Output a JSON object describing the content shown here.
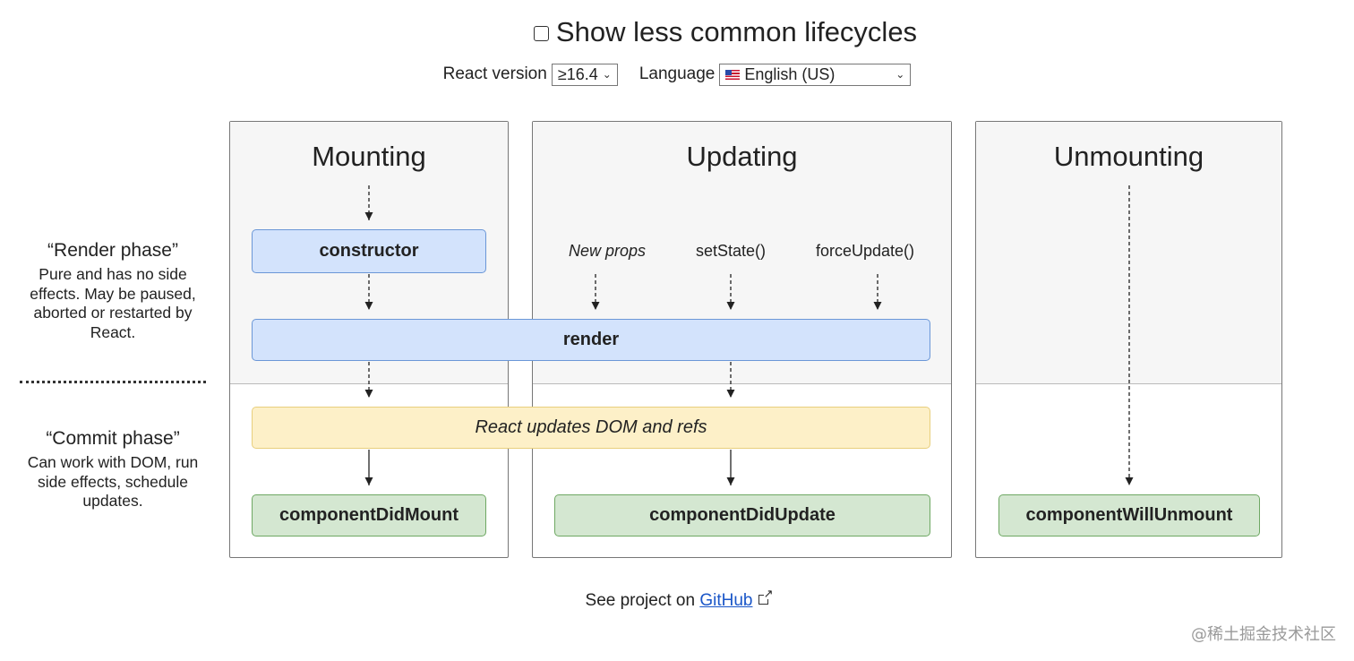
{
  "header": {
    "toggle_label": "Show less common lifecycles",
    "toggle_checked": false,
    "version_label": "React version",
    "version_value": "≥16.4",
    "language_label": "Language",
    "language_value": "English (US)"
  },
  "phases": {
    "render_title": "“Render phase”",
    "render_desc": "Pure and has no side effects. May be paused, aborted or restarted by React.",
    "commit_title": "“Commit phase”",
    "commit_desc": "Can work with DOM, run side effects, schedule updates."
  },
  "columns": {
    "mounting": "Mounting",
    "updating": "Updating",
    "unmounting": "Unmounting"
  },
  "triggers": {
    "new_props": "New props",
    "set_state": "setState()",
    "force_update": "forceUpdate()"
  },
  "methods": {
    "constructor": "constructor",
    "render": "render",
    "dom_update": "React updates DOM and refs",
    "did_mount": "componentDidMount",
    "did_update": "componentDidUpdate",
    "will_unmount": "componentWillUnmount"
  },
  "footer": {
    "prefix": "See project on ",
    "link_text": "GitHub"
  },
  "watermark": "@稀土掘金技术社区",
  "colors": {
    "render_box": "#d3e3fc",
    "commit_box": "#fdf0c8",
    "lifecycle_box": "#d4e7d1",
    "link": "#1a56c8"
  }
}
